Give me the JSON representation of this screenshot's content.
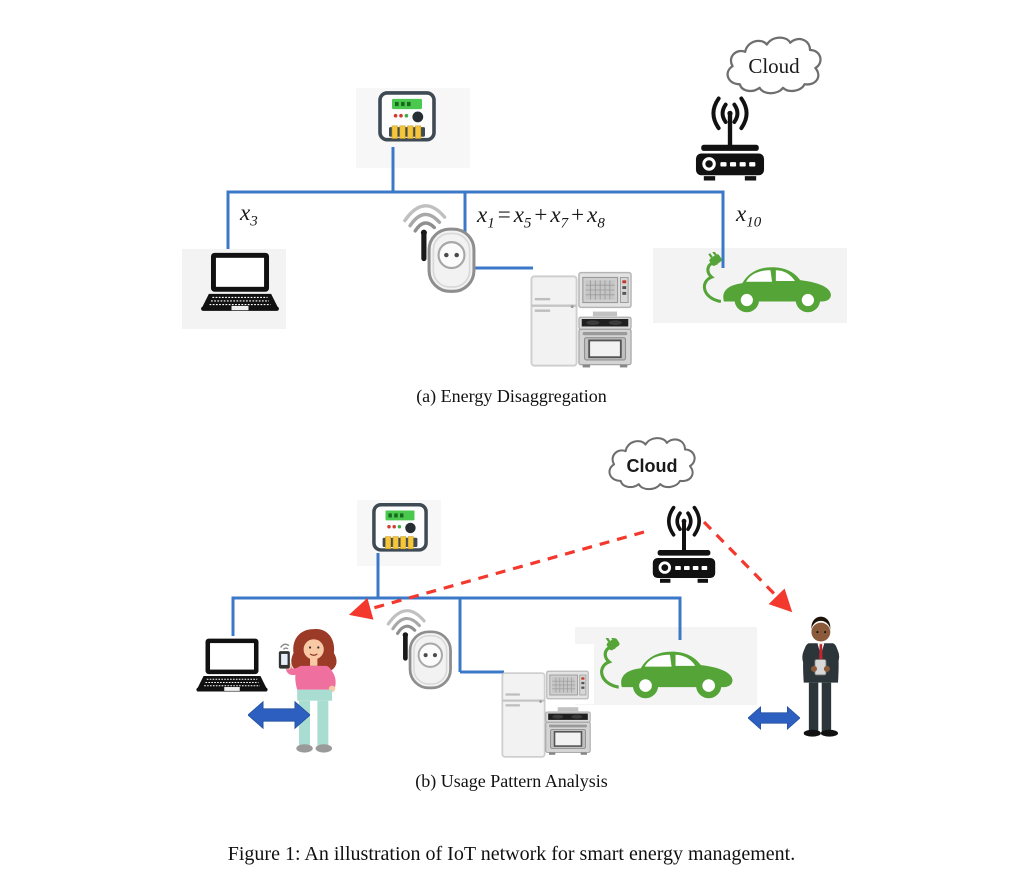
{
  "figure": {
    "caption": "Figure 1: An illustration of IoT network for smart energy management."
  },
  "subfigure_a": {
    "caption": "(a) Energy Disaggregation",
    "cloud_label": "Cloud",
    "labels": {
      "laptop": {
        "base": "x",
        "sub": "3"
      },
      "equation": [
        {
          "base": "x",
          "sub": "1"
        },
        "=",
        {
          "base": "x",
          "sub": "5"
        },
        "+",
        {
          "base": "x",
          "sub": "7"
        },
        "+",
        {
          "base": "x",
          "sub": "8"
        }
      ],
      "car": {
        "base": "x",
        "sub": "10"
      }
    }
  },
  "subfigure_b": {
    "caption": "(b) Usage Pattern Analysis",
    "cloud_label": "Cloud"
  },
  "colors": {
    "connection_line_blue": "#3c78c8",
    "wireless_link_red": "#f3392e",
    "sync_arrow_blue": "#2d5fc0",
    "ev_car_green": "#55a437",
    "meter_display_green": "#4bc94e",
    "meter_terminal_yellow": "#f5c63c",
    "panel_gray": "#f3f3f3"
  },
  "icons": {
    "cloud": "cloud-outline",
    "router": "wifi-router",
    "smart_meter": "smart-energy-meter",
    "laptop": "laptop",
    "smart_plug": "wireless-smart-plug",
    "fridge": "refrigerator",
    "microwave": "microwave-oven",
    "stove": "kitchen-stove",
    "ev_car": "electric-car-charging",
    "woman": "woman-with-smartphone",
    "man": "man-with-smartphone",
    "sync_arrow": "double-headed-arrow",
    "wireless": "red-dashed-wireless-arrow"
  }
}
